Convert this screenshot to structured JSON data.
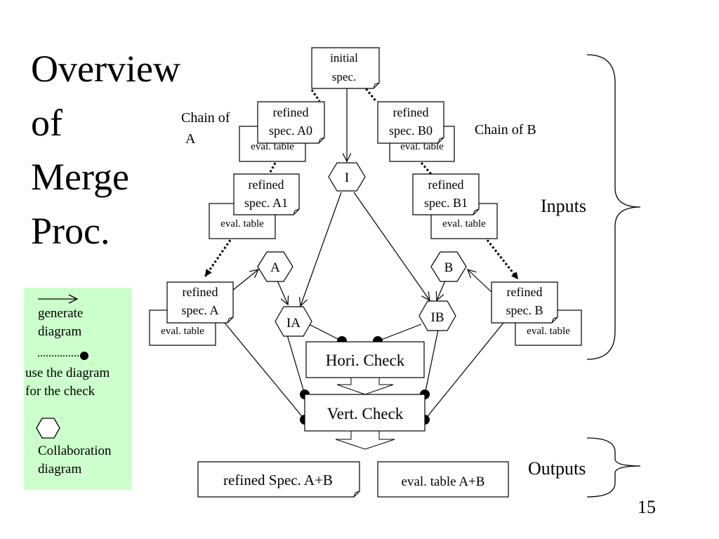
{
  "title": {
    "lines": [
      "Overview",
      "of",
      "Merge",
      "Proc."
    ]
  },
  "nodes": {
    "initial_spec": [
      "initial",
      "spec."
    ],
    "refined_a0": [
      "refined",
      "spec. A0"
    ],
    "eval_a0": "eval. table",
    "refined_b0": [
      "refined",
      "spec. B0"
    ],
    "eval_b0": "eval. table",
    "refined_a1": [
      "refined",
      "spec. A1"
    ],
    "eval_a1": "eval. table",
    "refined_b1": [
      "refined",
      "spec. B1"
    ],
    "eval_b1": "eval. table",
    "refined_a": [
      "refined",
      "spec. A"
    ],
    "eval_a": "eval. table",
    "refined_b": [
      "refined",
      "spec. B"
    ],
    "eval_b": "eval. table",
    "collab_i": "I",
    "collab_a": "A",
    "collab_b": "B",
    "collab_ia": "IA",
    "collab_ib": "IB",
    "hori_check": "Hori. Check",
    "vert_check": "Vert. Check",
    "output_spec": "refined Spec. A+B",
    "output_eval": "eval. table A+B"
  },
  "labels": {
    "chain_a": [
      "Chain of",
      "A"
    ],
    "chain_b": "Chain of B",
    "inputs": "Inputs",
    "outputs": "Outputs"
  },
  "legend": {
    "generate": [
      "generate",
      "diagram"
    ],
    "use": [
      "use the diagram",
      "for the check"
    ],
    "collab": [
      "Collaboration",
      "diagram"
    ]
  },
  "page_number": "15"
}
